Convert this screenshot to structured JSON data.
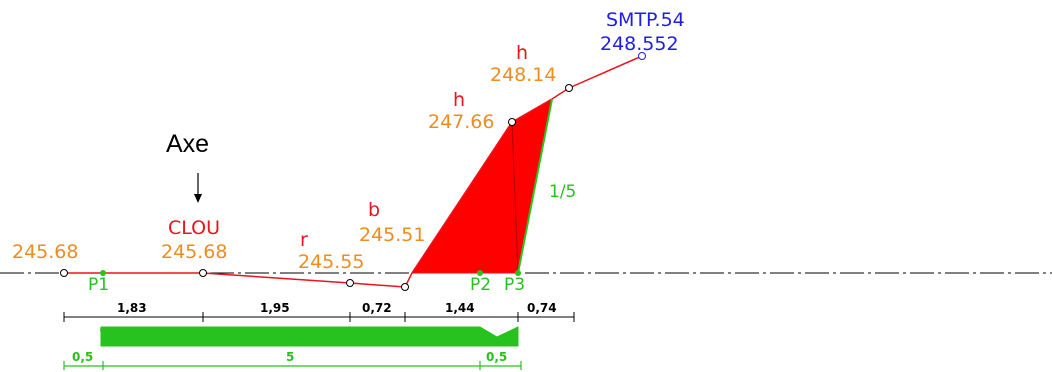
{
  "title": "",
  "axis_label": "Axe",
  "colors": {
    "profile": "#e8141e",
    "elevation": "#f08c1e",
    "green": "#27c21e",
    "blue": "#1e1ee6",
    "fill": "#ff0000",
    "black": "#000000"
  },
  "points": {
    "left_edge": {
      "elevation": "245.68"
    },
    "axis": {
      "code": "CLOU",
      "elevation": "245.68"
    },
    "r": {
      "code": "r",
      "elevation": "245.55"
    },
    "b": {
      "code": "b",
      "elevation": "245.51"
    },
    "h1": {
      "code": "h",
      "elevation": "247.66"
    },
    "h2": {
      "code": "h",
      "elevation": "248.14"
    },
    "smtp": {
      "code": "SMTP.54",
      "elevation": "248.552"
    }
  },
  "markers": [
    "P1",
    "P2",
    "P3"
  ],
  "slope_label": "1/5",
  "dimensions_top": [
    "1,83",
    "1,95",
    "0,72",
    "1,44",
    "0,74"
  ],
  "dimensions_bottom": [
    "0,5",
    "5",
    "0,5"
  ]
}
